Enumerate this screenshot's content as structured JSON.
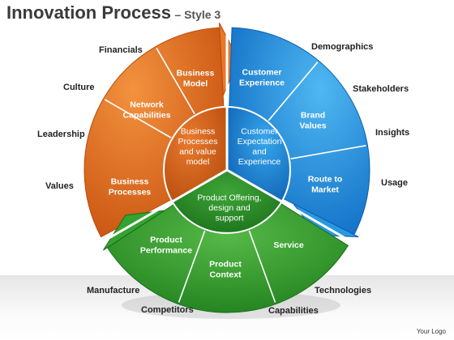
{
  "title": {
    "main": "Innovation Process",
    "style": "– Style 3"
  },
  "segments": {
    "business_model": "Business\nModel",
    "network_capabilities": "Network\nCapabilities",
    "business_processes": "Business\nProcesses",
    "customer_experience": "Customer\nExperience",
    "brand_values": "Brand\nValues",
    "route_to_market": "Route to\nMarket",
    "product_performance": "Product\nPerformance",
    "product_context": "Product\nContext",
    "service": "Service"
  },
  "centers": {
    "orange": "Business\nProcesses\nand value\nmodel",
    "blue": "Customer\nExpectation\nand\nExperience",
    "green": "Product Offering,\ndesign and\nsupport"
  },
  "labels": {
    "financials": "Financials",
    "culture": "Culture",
    "leadership": "Leadership",
    "values": "Values",
    "demographics": "Demographics",
    "stakeholders": "Stakeholders",
    "insights": "Insights",
    "usage": "Usage",
    "manufacture": "Manufacture",
    "competitors": "Competitors",
    "capabilities": "Capabilities",
    "technologies": "Technologies"
  },
  "logo": "Your Logo",
  "colors": {
    "orange": "#e0691a",
    "orange_dark": "#b94a0c",
    "blue": "#1e8fdc",
    "blue_dark": "#0a5fb0",
    "green": "#2e9a2a",
    "green_dark": "#17701a"
  }
}
